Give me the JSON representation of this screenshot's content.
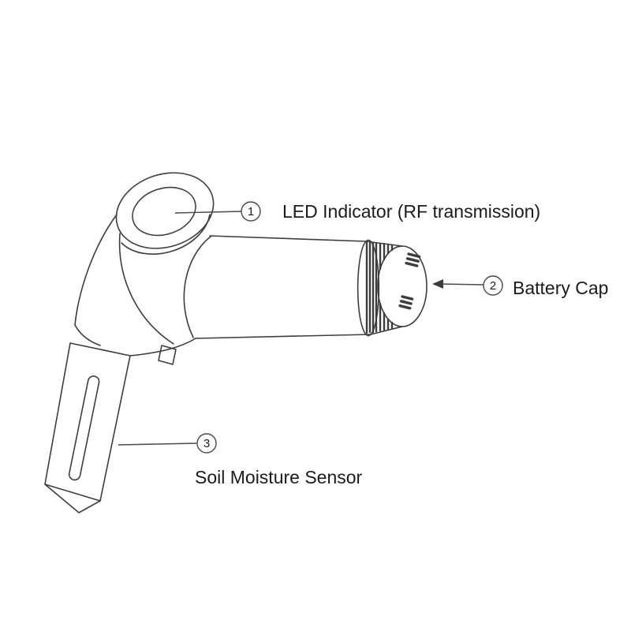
{
  "figure": {
    "background_color": "#ffffff",
    "line_color": "#3d3d3d",
    "text_color": "#1b1b1b",
    "callouts": [
      {
        "number": "1",
        "label": "LED Indicator (RF transmission)"
      },
      {
        "number": "2",
        "label": "Battery Cap"
      },
      {
        "number": "3",
        "label": "Soil Moisture Sensor"
      }
    ]
  }
}
